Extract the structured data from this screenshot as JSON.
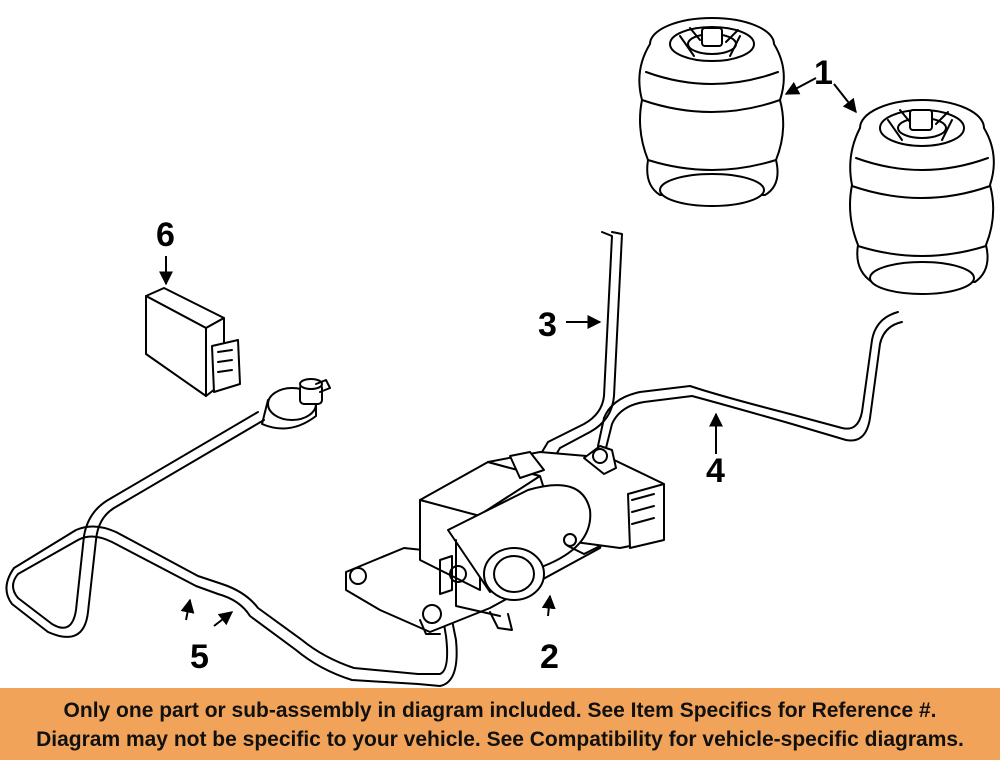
{
  "callouts": {
    "c1": "1",
    "c2": "2",
    "c3": "3",
    "c4": "4",
    "c5": "5",
    "c6": "6"
  },
  "banner": {
    "line1": "Only one part or sub-assembly in diagram included. See Item Specifics for Reference #.",
    "line2": "Diagram may not be specific to your vehicle. See Compatibility for vehicle-specific diagrams.",
    "color": "#f1a35a"
  }
}
